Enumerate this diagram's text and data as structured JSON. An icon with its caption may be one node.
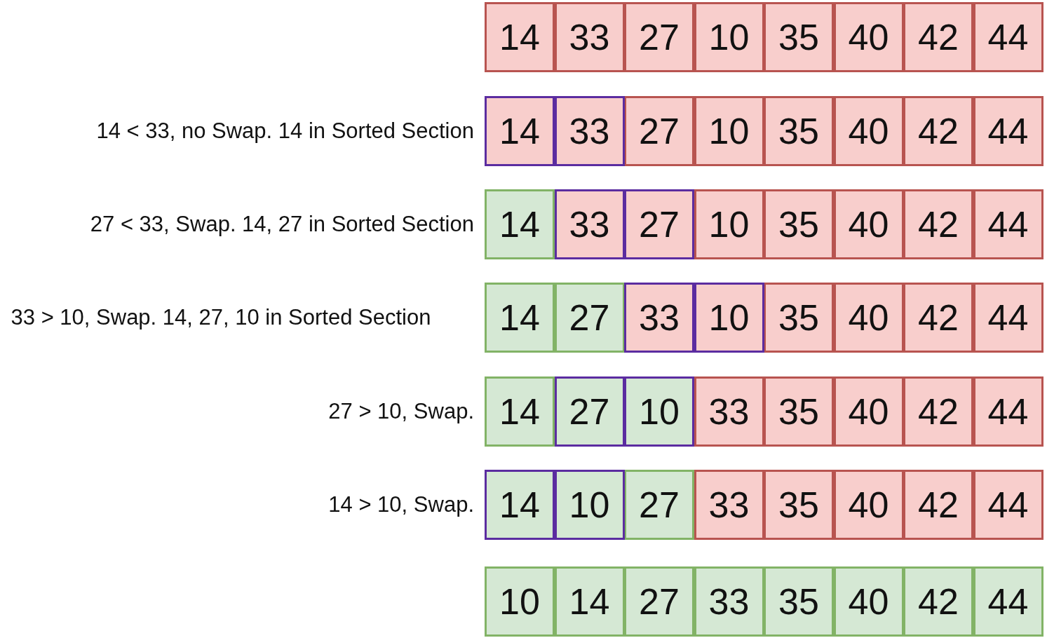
{
  "diagram": {
    "nodes": [
      {
        "text": [
          "14"
        ]
      },
      {
        "text": [
          "33"
        ]
      },
      {
        "text": [
          "27"
        ]
      },
      {
        "text": [
          "10"
        ]
      },
      {
        "text": [
          "35"
        ]
      },
      {
        "text": [
          "40"
        ]
      },
      {
        "text": [
          "42"
        ]
      },
      {
        "text": [
          "44"
        ]
      },
      {
        "text": [
          "14"
        ],
        "beside": [
          "14 < 33, no Swap. 14 in Sorted Section"
        ]
      },
      {
        "text": [
          "33"
        ]
      },
      {
        "text": [
          "27"
        ]
      },
      {
        "text": [
          "10"
        ]
      },
      {
        "text": [
          "35"
        ]
      },
      {
        "text": [
          "40"
        ]
      },
      {
        "text": [
          "42"
        ]
      },
      {
        "text": [
          "44"
        ]
      },
      {
        "text": [
          "14"
        ],
        "beside": [
          "27 < 33, Swap. 14, 27 in Sorted Section"
        ]
      },
      {
        "text": [
          "33"
        ]
      },
      {
        "text": [
          "27"
        ]
      },
      {
        "text": [
          "10"
        ]
      },
      {
        "text": [
          "35"
        ]
      },
      {
        "text": [
          "40"
        ]
      },
      {
        "text": [
          "42"
        ]
      },
      {
        "text": [
          "44"
        ]
      },
      {
        "text": [
          "14"
        ],
        "beside": [
          "33 > 10, Swap. 14, 27, 10 in Sorted Section"
        ]
      },
      {
        "text": [
          "27"
        ]
      },
      {
        "text": [
          "33"
        ]
      },
      {
        "text": [
          "10"
        ]
      },
      {
        "text": [
          "35"
        ]
      },
      {
        "text": [
          "40"
        ]
      },
      {
        "text": [
          "42"
        ]
      },
      {
        "text": [
          "44"
        ]
      },
      {
        "text": [
          "14"
        ],
        "beside": [
          "27 > 10, Swap."
        ]
      },
      {
        "text": [
          "27"
        ]
      },
      {
        "text": [
          "10"
        ]
      },
      {
        "text": [
          "33"
        ]
      },
      {
        "text": [
          "35"
        ]
      },
      {
        "text": [
          "40"
        ]
      },
      {
        "text": [
          "42"
        ]
      },
      {
        "text": [
          "44"
        ]
      },
      {
        "text": [
          "14"
        ],
        "beside": [
          "14 > 10, Swap."
        ]
      },
      {
        "text": [
          "10"
        ]
      },
      {
        "text": [
          "27"
        ]
      },
      {
        "text": [
          "33"
        ]
      },
      {
        "text": [
          "35"
        ]
      },
      {
        "text": [
          "40"
        ]
      },
      {
        "text": [
          "42"
        ]
      },
      {
        "text": [
          "44"
        ]
      },
      {
        "text": [
          "10"
        ]
      },
      {
        "text": [
          "14"
        ]
      },
      {
        "text": [
          "27"
        ]
      },
      {
        "text": [
          "33"
        ]
      },
      {
        "text": [
          "35"
        ]
      },
      {
        "text": [
          "40"
        ]
      },
      {
        "text": [
          "42"
        ]
      },
      {
        "text": [
          "44"
        ]
      }
    ]
  }
}
